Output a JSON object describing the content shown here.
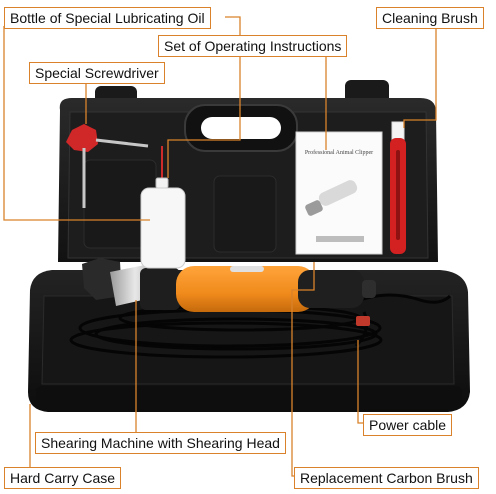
{
  "callouts": {
    "oil": "Bottle of Special Lubricating Oil",
    "manual": "Set of Operating Instructions",
    "brush": "Cleaning Brush",
    "screwdriver": "Special Screwdriver",
    "power_cable": "Power cable",
    "shearing_machine": "Shearing Machine with Shearing Head",
    "case": "Hard Carry Case",
    "carbon_brush": "Replacement Carbon Brush"
  },
  "manual_cover": {
    "title": "Professional Animal Clipper"
  },
  "colors": {
    "callout_border": "#d9822b",
    "leader_line": "#d9822b",
    "case_body": "#1c1c1c",
    "clipper_body": "#f08a1c",
    "brush_red": "#d32020",
    "screwdriver_red": "#d02828"
  }
}
